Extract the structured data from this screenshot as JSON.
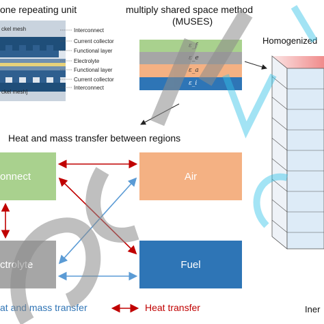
{
  "titles": {
    "unit": "one repeating unit",
    "muses_line1": "multiply shared space method",
    "muses_line2": "(MUSES)",
    "homogenized": "Homogenized",
    "transfer": "Heat and mass transfer between regions"
  },
  "unit_labels": [
    "Interconnect",
    "Current collector",
    "Functional layer",
    "Electrolyte",
    "Functional layer",
    "Current collector",
    "Interconnect"
  ],
  "mesh_labels": [
    "ckel mesh",
    "ckel mesh]"
  ],
  "muses_symbols": [
    "ε_f",
    "ε_e",
    "ε_a",
    "ε_i"
  ],
  "regions": {
    "interconnect": "onnect",
    "air": "Air",
    "electrolyte": "ctrolyte",
    "fuel": "Fuel"
  },
  "legend": {
    "mass": "at and mass transfer",
    "heat": "Heat transfer"
  },
  "bottom_right": "Iner",
  "colors": {
    "interconnect": "#a9d18e",
    "air": "#f4b183",
    "electrolyte": "#a6a6a6",
    "fuel": "#2e75b6",
    "heat_arrow": "#c00000",
    "mass_arrow": "#5b9bd5",
    "layer_green": "#a9d18e",
    "layer_gray": "#a6a6a6",
    "layer_orange": "#f4b183",
    "layer_blue": "#2e75b6"
  }
}
